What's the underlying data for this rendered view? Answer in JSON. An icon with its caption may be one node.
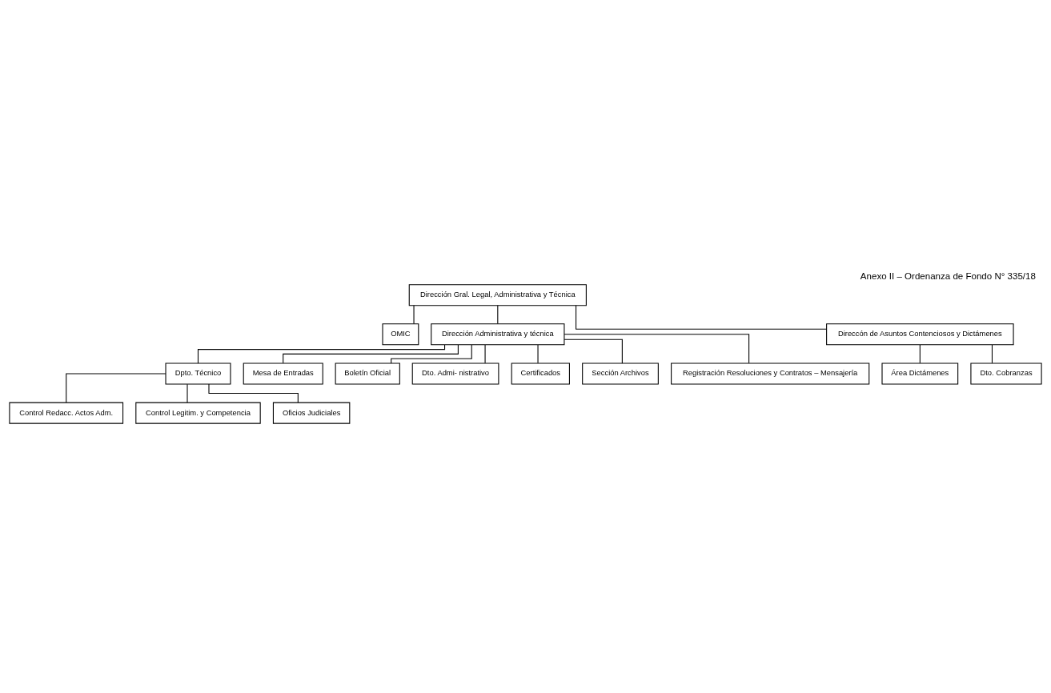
{
  "diagram": {
    "title": "Anexo II – Ordenanza de Fondo N° 335/18",
    "nodes": [
      {
        "text": [
          "Dirección Gral. Legal, Administrativa y Técnica"
        ]
      },
      {
        "text": [
          "OMIC"
        ]
      },
      {
        "text": [
          "Dirección Administrativa y técnica"
        ]
      },
      {
        "text": [
          "Direccón de Asuntos Contenciosos y Dictámenes"
        ]
      },
      {
        "text": [
          "Dpto. Técnico"
        ]
      },
      {
        "text": [
          "Control Redacc. Actos Adm."
        ]
      },
      {
        "text": [
          "Control Legitim. y Competencia"
        ]
      },
      {
        "text": [
          "Oficios Judiciales"
        ]
      },
      {
        "text": [
          "Mesa de Entradas"
        ]
      },
      {
        "text": [
          "Boletín Oficial"
        ]
      },
      {
        "text": [
          "Dto. Admi- nistrativo"
        ]
      },
      {
        "text": [
          "Certificados"
        ]
      },
      {
        "text": [
          "Sección Archivos"
        ]
      },
      {
        "text": [
          "Registración Resoluciones y Contratos – Mensajería"
        ]
      },
      {
        "text": [
          "Área Dictámenes"
        ]
      },
      {
        "text": [
          "Dto. Cobranzas"
        ]
      }
    ],
    "edges": [
      {
        "from": 0,
        "to": 1,
        "arrow": "none"
      },
      {
        "from": 0,
        "to": 2,
        "arrow": "none"
      },
      {
        "from": 0,
        "to": 3,
        "arrow": "none"
      },
      {
        "from": 2,
        "to": 4,
        "arrow": "none"
      },
      {
        "from": 4,
        "to": 5,
        "arrow": "none"
      },
      {
        "from": 4,
        "to": 6,
        "arrow": "none"
      },
      {
        "from": 4,
        "to": 7,
        "arrow": "none"
      },
      {
        "from": 2,
        "to": 8,
        "arrow": "none"
      },
      {
        "from": 2,
        "to": 9,
        "arrow": "none"
      },
      {
        "from": 2,
        "to": 10,
        "arrow": "none"
      },
      {
        "from": 2,
        "to": 11,
        "arrow": "none"
      },
      {
        "from": 2,
        "to": 12,
        "arrow": "none"
      },
      {
        "from": 2,
        "to": 13,
        "arrow": "none"
      },
      {
        "from": 3,
        "to": 14,
        "arrow": "none"
      },
      {
        "from": 3,
        "to": 15,
        "arrow": "none"
      }
    ]
  }
}
